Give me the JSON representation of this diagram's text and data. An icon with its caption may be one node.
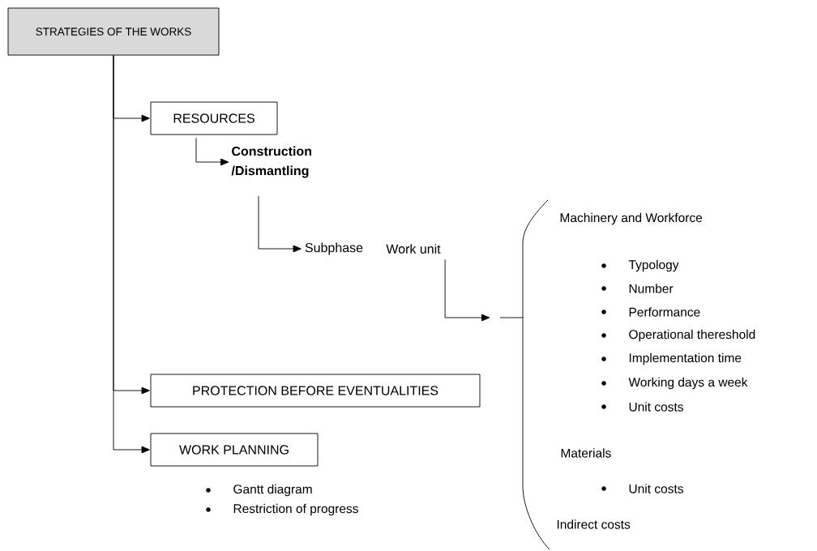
{
  "diagram": {
    "nodes": [
      {
        "text": [
          "STRATEGIES OF THE WORKS"
        ]
      },
      {
        "text": [
          "RESOURCES"
        ]
      },
      {
        "text": [
          "Construction /Dismantling"
        ]
      },
      {
        "text": [
          "Subphase"
        ]
      },
      {
        "text": [
          "Work unit"
        ]
      },
      {
        "text": [
          "PROTECTION BEFORE EVENTUALITIES"
        ]
      },
      {
        "text": [
          "WORK PLANNING"
        ]
      }
    ],
    "edges": [
      {
        "from": 0,
        "to": 1,
        "arrow": "to"
      },
      {
        "from": 1,
        "to": 2,
        "arrow": "to"
      },
      {
        "from": 2,
        "to": 3,
        "arrow": "to"
      },
      {
        "from": 4,
        "to": null,
        "arrow": "to"
      },
      {
        "from": 0,
        "to": 5,
        "arrow": "to"
      },
      {
        "from": 0,
        "to": 6,
        "arrow": "to"
      }
    ],
    "labels": [
      "Machinery and Workforce",
      "Typology",
      "Number",
      "Performance",
      "Operational thereshold",
      "Implementation time",
      "Working days a week",
      "Unit costs",
      "Materials",
      "Unit costs",
      "Indirect costs",
      "Gantt diagram",
      "Restriction of progress"
    ]
  }
}
